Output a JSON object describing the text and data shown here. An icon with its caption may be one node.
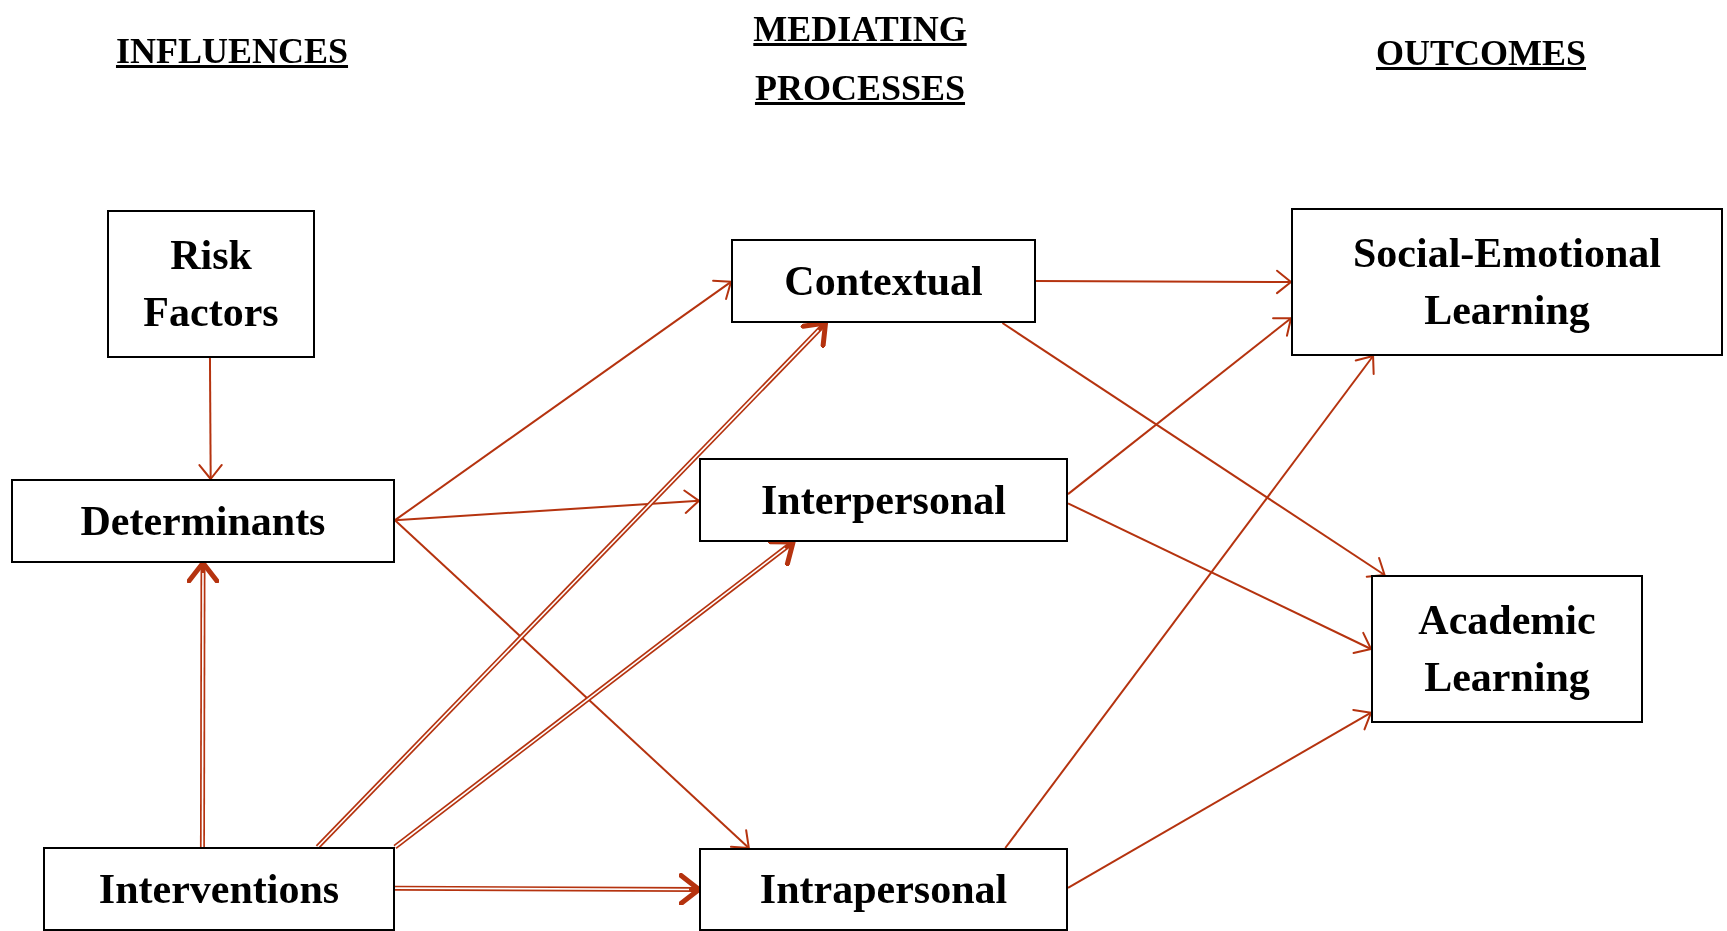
{
  "diagram": {
    "nodes": [
      {
        "text": [
          "Risk Factors"
        ]
      },
      {
        "text": [
          "Determinants"
        ]
      },
      {
        "text": [
          "Interventions"
        ]
      },
      {
        "text": [
          "Contextual"
        ]
      },
      {
        "text": [
          "Interpersonal"
        ]
      },
      {
        "text": [
          "Intrapersonal"
        ]
      },
      {
        "text": [
          "Social-Emotional Learning"
        ]
      },
      {
        "text": [
          "Academic Learning"
        ]
      }
    ],
    "edges": [
      {
        "from": 0,
        "to": 1,
        "arrow": "to"
      },
      {
        "from": 2,
        "to": 1,
        "arrow": "to",
        "style": "thick"
      },
      {
        "from": 1,
        "to": 3,
        "arrow": "to"
      },
      {
        "from": 1,
        "to": 4,
        "arrow": "to"
      },
      {
        "from": 1,
        "to": 5,
        "arrow": "to"
      },
      {
        "from": 2,
        "to": 3,
        "arrow": "to",
        "style": "thick"
      },
      {
        "from": 2,
        "to": 4,
        "arrow": "to",
        "style": "thick"
      },
      {
        "from": 2,
        "to": 5,
        "arrow": "to",
        "style": "thick"
      },
      {
        "from": 3,
        "to": 6,
        "arrow": "to"
      },
      {
        "from": 3,
        "to": 7,
        "arrow": "to"
      },
      {
        "from": 4,
        "to": 6,
        "arrow": "to"
      },
      {
        "from": 4,
        "to": 7,
        "arrow": "to"
      },
      {
        "from": 5,
        "to": 6,
        "arrow": "to"
      },
      {
        "from": 5,
        "to": 7,
        "arrow": "to"
      }
    ],
    "labels": [
      "INFLUENCES",
      "MEDIATING PROCESSES",
      "OUTCOMES"
    ]
  }
}
